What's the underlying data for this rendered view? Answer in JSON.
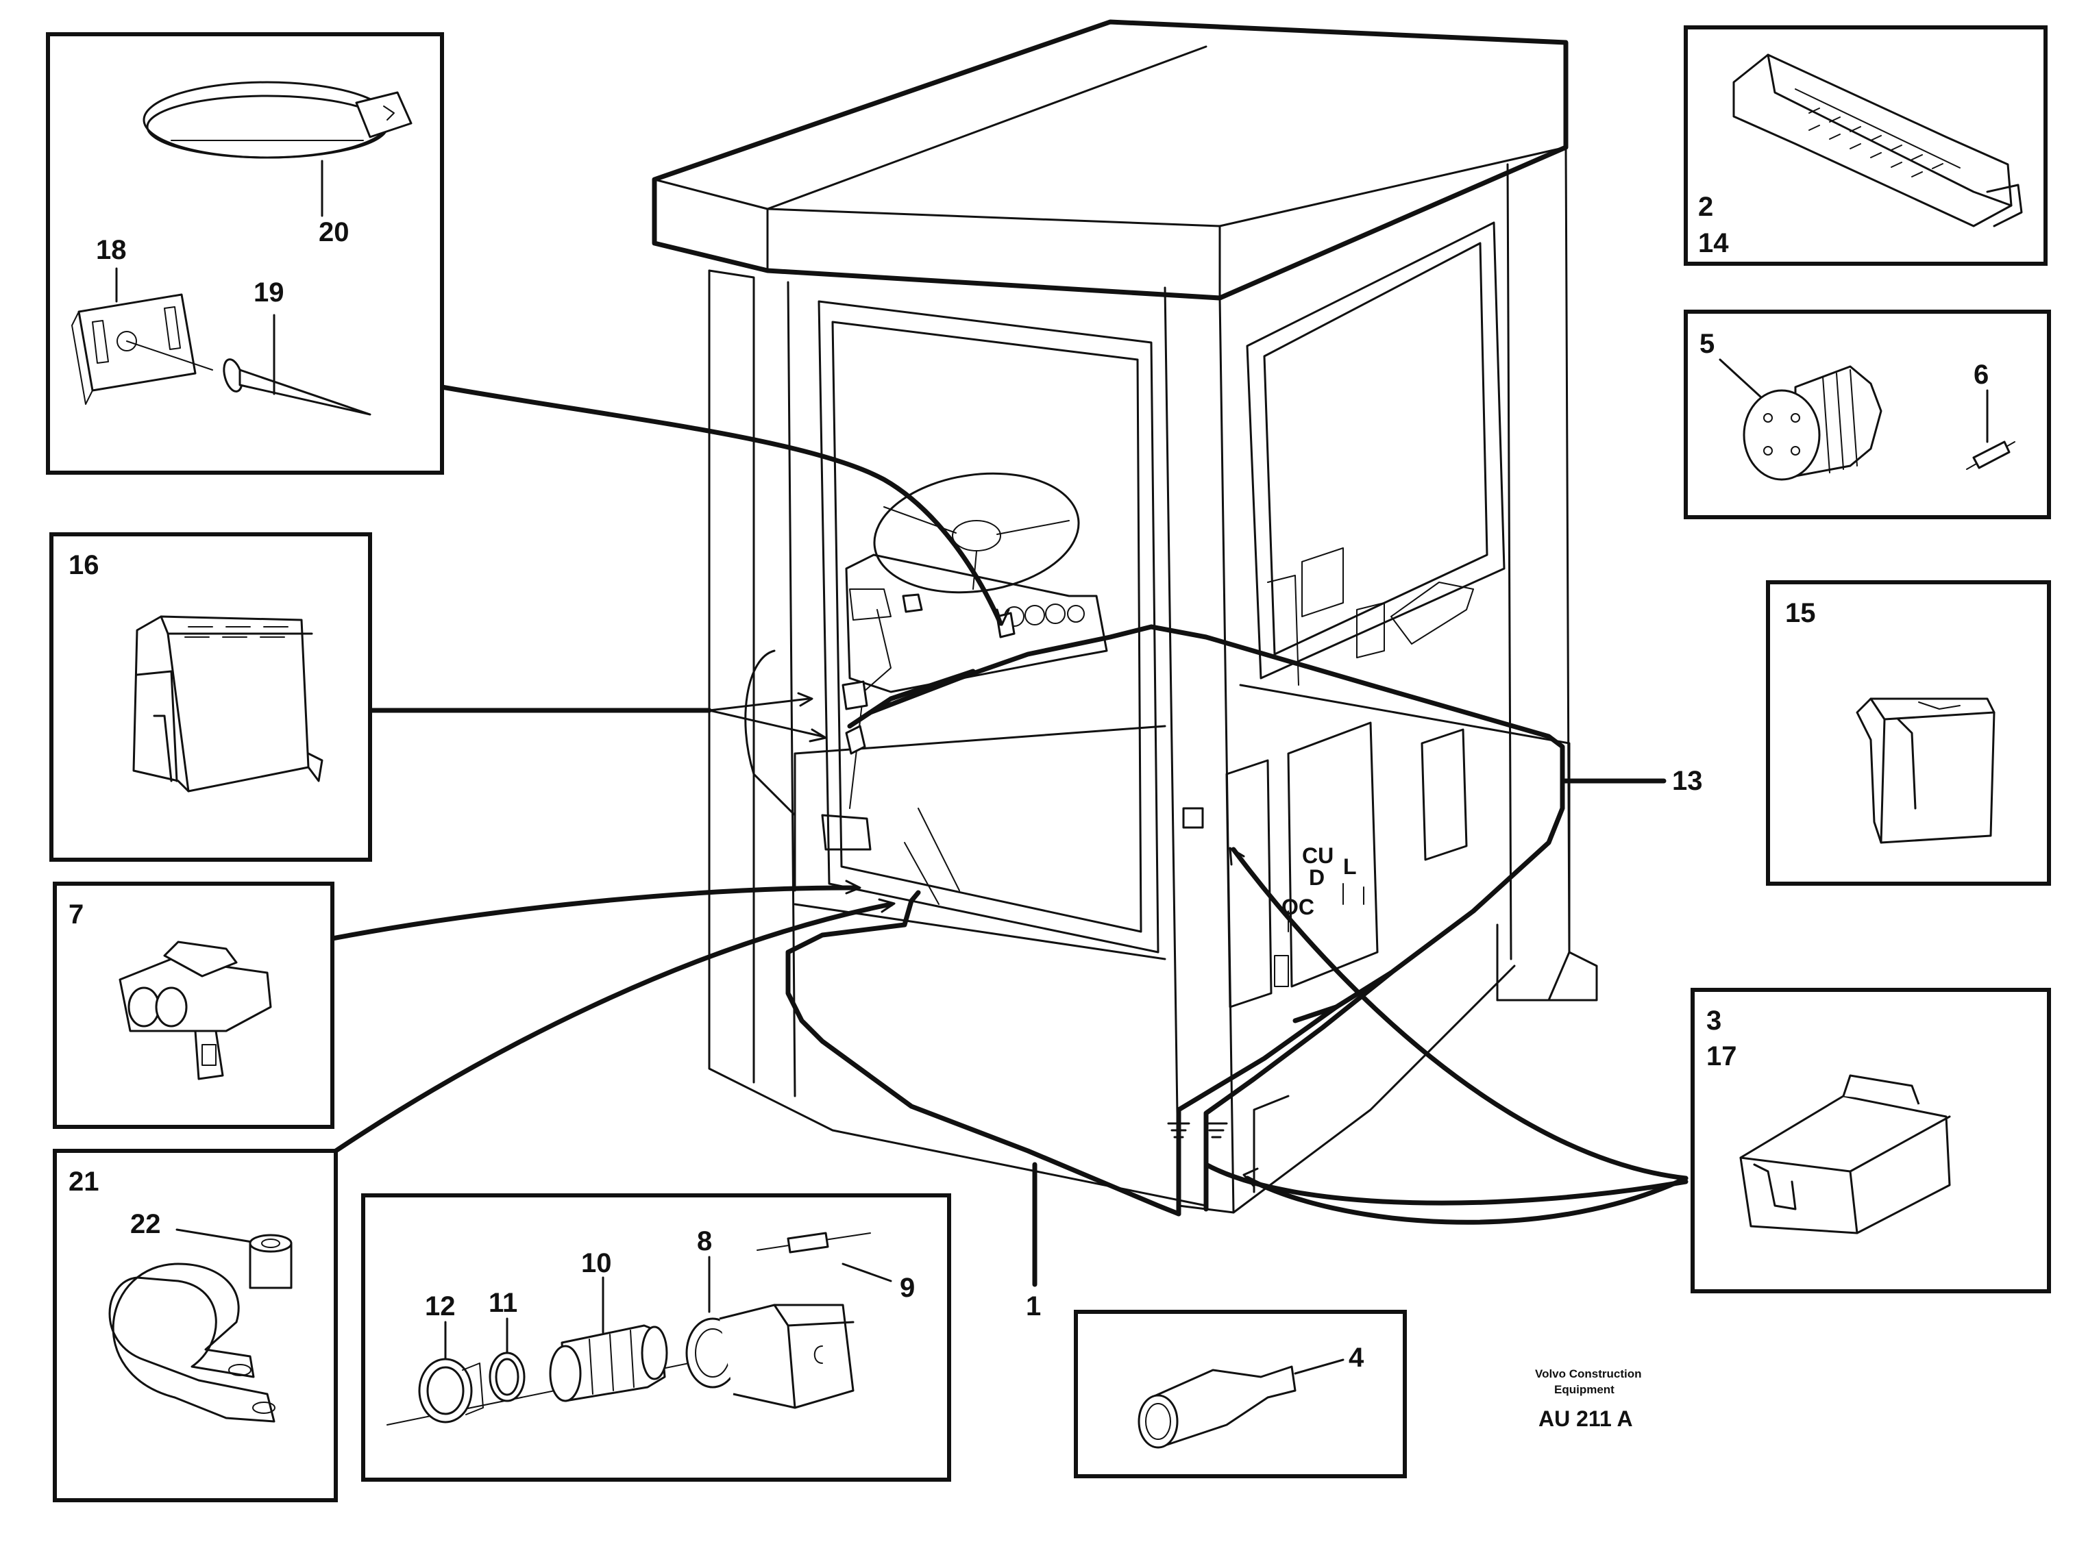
{
  "callouts": {
    "c1": "1",
    "c2": "2",
    "c3": "3",
    "c4": "4",
    "c5": "5",
    "c6": "6",
    "c7": "7",
    "c8": "8",
    "c9": "9",
    "c10": "10",
    "c11": "11",
    "c12": "12",
    "c13": "13",
    "c14": "14",
    "c15": "15",
    "c16": "16",
    "c17": "17",
    "c18": "18",
    "c19": "19",
    "c20": "20",
    "c21": "21",
    "c22": "22"
  },
  "footer": {
    "brand_line1": "Volvo Construction",
    "brand_line2": "Equipment",
    "drawing_code": "AU 211 A"
  },
  "cab_markings": {
    "cu": "CU",
    "d": "D",
    "l": "L",
    "oc": "OC"
  }
}
